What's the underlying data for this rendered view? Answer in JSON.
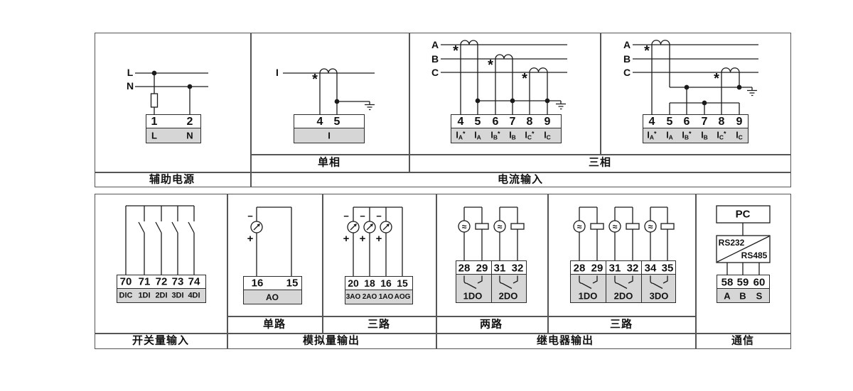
{
  "colors": {
    "line": "#1a1a1a",
    "table_line": "#555555",
    "gray_fill": "#d6d6d6"
  },
  "ct_mark": "*",
  "top_table": {
    "aux_power": {
      "label": "辅助电源",
      "line_labels": [
        "L",
        "N"
      ],
      "terminals": [
        "1",
        "2"
      ],
      "terminal_labels": [
        "L",
        "N"
      ]
    },
    "single_phase": {
      "label": "单相",
      "line_label": "I",
      "terminals": [
        "4",
        "5"
      ],
      "strip_label": "I"
    },
    "current_input_label": "电流输入",
    "three_phase": {
      "label": "三相",
      "phases": [
        "A",
        "B",
        "C"
      ],
      "terminals": [
        "4",
        "5",
        "6",
        "7",
        "8",
        "9"
      ],
      "terminal_labels": [
        {
          "main": "I",
          "sub": "A",
          "sup": "*"
        },
        {
          "main": "I",
          "sub": "A",
          "sup": ""
        },
        {
          "main": "I",
          "sub": "B",
          "sup": "*"
        },
        {
          "main": "I",
          "sub": "B",
          "sup": ""
        },
        {
          "main": "I",
          "sub": "C",
          "sup": "*"
        },
        {
          "main": "I",
          "sub": "C",
          "sup": ""
        }
      ]
    }
  },
  "bottom_table": {
    "digital_input": {
      "label": "开关量输入",
      "terminals": [
        "70",
        "71",
        "72",
        "73",
        "74"
      ],
      "terminal_labels": [
        "DIC",
        "1DI",
        "2DI",
        "3DI",
        "4DI"
      ]
    },
    "analog_output": {
      "label": "模拟量输出",
      "minus": "−",
      "plus": "+",
      "single": {
        "label": "单路",
        "terminals": [
          "16",
          "15"
        ],
        "strip_label": "AO"
      },
      "triple": {
        "label": "三路",
        "terminals": [
          "20",
          "18",
          "16",
          "15"
        ],
        "terminal_labels": [
          "3AO",
          "2AO",
          "1AO",
          "AOG"
        ]
      }
    },
    "relay_output": {
      "label": "继电器输出",
      "ac_symbol": "≈",
      "two": {
        "label": "两路",
        "terminals": [
          "28",
          "29",
          "31",
          "32"
        ],
        "channel_labels": [
          "1DO",
          "2DO"
        ]
      },
      "three": {
        "label": "三路",
        "terminals": [
          "28",
          "29",
          "31",
          "32",
          "34",
          "35"
        ],
        "channel_labels": [
          "1DO",
          "2DO",
          "3DO"
        ]
      }
    },
    "communication": {
      "label": "通信",
      "pc_label": "PC",
      "rs232_label": "RS232",
      "rs485_label": "RS485",
      "terminals": [
        "58",
        "59",
        "60"
      ],
      "terminal_labels": [
        "A",
        "B",
        "S"
      ]
    }
  }
}
